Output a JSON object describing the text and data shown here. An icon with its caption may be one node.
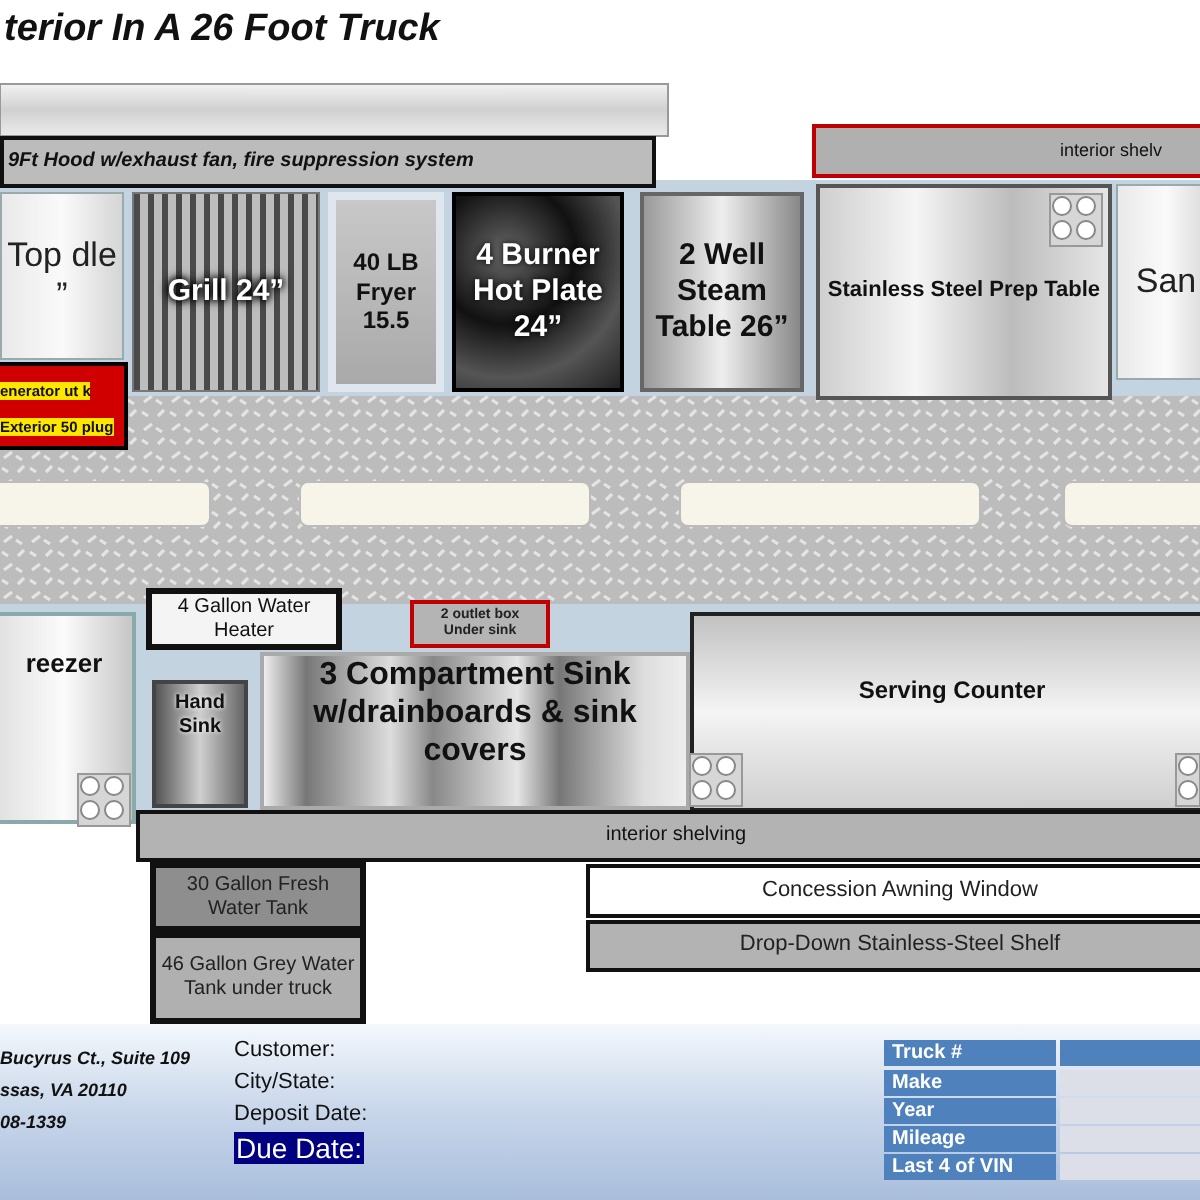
{
  "diagram": {
    "title": "terior In A 26 Foot Truck",
    "nodes": [
      {
        "text": [
          "9Ft Hood w/exhaust fan, fire suppression system"
        ]
      },
      {
        "text": [
          "Top dle ”"
        ]
      },
      {
        "text": [
          "Grill 24”"
        ]
      },
      {
        "text": [
          "40 LB Fryer 15.5"
        ]
      },
      {
        "text": [
          "4 Burner Hot Plate 24”"
        ]
      },
      {
        "text": [
          "2 Well Steam Table 26”"
        ]
      },
      {
        "text": [
          "interior shelv"
        ]
      },
      {
        "text": [
          "Stainless Steel Prep Table"
        ]
      },
      {
        "text": [
          "San"
        ]
      },
      {
        "text": [
          "enerator ut k Exterior 50 plug"
        ]
      },
      {
        "text": [
          "reezer"
        ]
      },
      {
        "text": [
          "4 Gallon Water Heater"
        ]
      },
      {
        "text": [
          "2 outlet box Under sink"
        ]
      },
      {
        "text": [
          "Hand Sink"
        ]
      },
      {
        "text": [
          "3 Compartment Sink w/drainboards & sink covers"
        ]
      },
      {
        "text": [
          "Serving Counter"
        ]
      },
      {
        "text": [
          "interior shelving"
        ]
      },
      {
        "text": [
          "30 Gallon Fresh Water Tank"
        ]
      },
      {
        "text": [
          "46 Gallon Grey Water Tank under truck"
        ]
      },
      {
        "text": [
          "Concession Awning Window"
        ]
      },
      {
        "text": [
          "Drop-Down Stainless-Steel Shelf"
        ]
      }
    ],
    "edges": [],
    "labels": [
      "Bucyrus Ct., Suite 109",
      "ssas, VA 20110",
      "08-1339",
      "Customer:",
      "City/State:",
      "Deposit Date:",
      "Due Date:",
      "Truck #",
      "Make",
      "Year",
      "Mileage",
      "Last 4 of VIN"
    ]
  }
}
